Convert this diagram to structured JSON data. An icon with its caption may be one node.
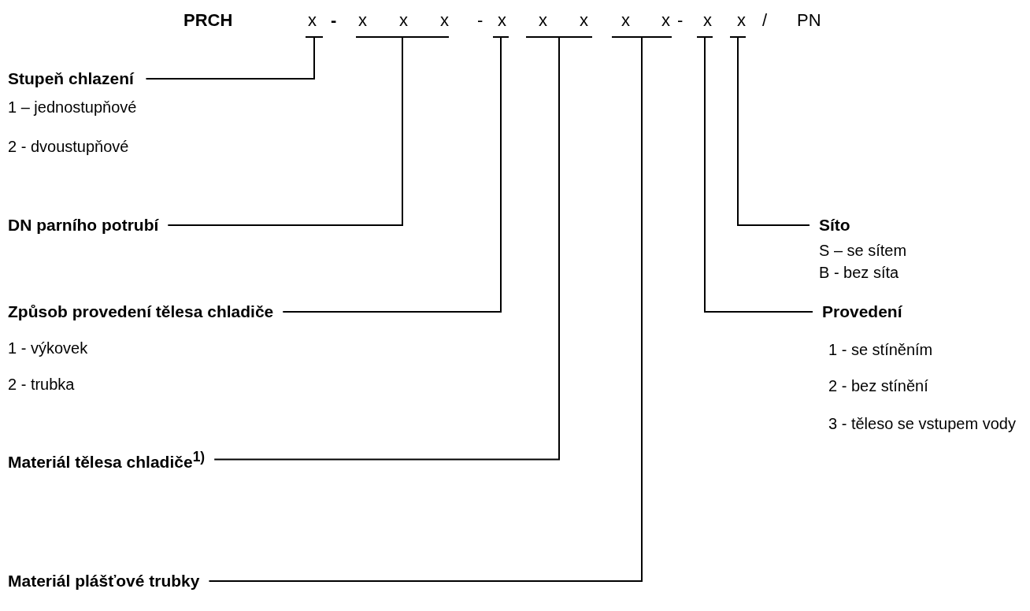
{
  "diagram": {
    "nodes": [
      {
        "text": [
          "x"
        ]
      },
      {
        "text": [
          "x",
          "x",
          "x"
        ]
      },
      {
        "text": [
          "x"
        ]
      },
      {
        "text": [
          "x",
          "x"
        ]
      },
      {
        "text": [
          "x",
          "x"
        ]
      },
      {
        "text": [
          "x"
        ]
      },
      {
        "text": [
          "x"
        ]
      },
      {
        "text": [
          "Stupeň chlazení",
          "1 – jednostupňové",
          "2 - dvoustupňové"
        ]
      },
      {
        "text": [
          "DN parního potrubí"
        ]
      },
      {
        "text": [
          "Způsob provedení tělesa chladiče",
          "1 -  výkovek",
          "2 -  trubka"
        ]
      },
      {
        "text": [
          "Materiál tělesa chladiče$^{1)}$"
        ]
      },
      {
        "text": [
          "Materiál plášťové trubky"
        ]
      },
      {
        "text": [
          "Síto",
          "S – se sítem",
          "B - bez síta"
        ]
      },
      {
        "text": [
          "Provedení",
          "1 -  se stíněním",
          "2 -  bez stínění",
          "3 -  těleso se vstupem vody"
        ]
      }
    ],
    "edges": [
      {
        "from": 7,
        "to": 0,
        "arrow": "none"
      },
      {
        "from": 8,
        "to": 1,
        "arrow": "none"
      },
      {
        "from": 9,
        "to": 2,
        "arrow": "none"
      },
      {
        "from": 10,
        "to": 3,
        "arrow": "none"
      },
      {
        "from": 11,
        "to": 4,
        "arrow": "none"
      },
      {
        "from": 13,
        "to": 5,
        "arrow": "none"
      },
      {
        "from": 12,
        "to": 6,
        "arrow": "none"
      }
    ],
    "labels": [
      "PRCH",
      "-",
      "-",
      "-",
      "/",
      "PN"
    ]
  }
}
